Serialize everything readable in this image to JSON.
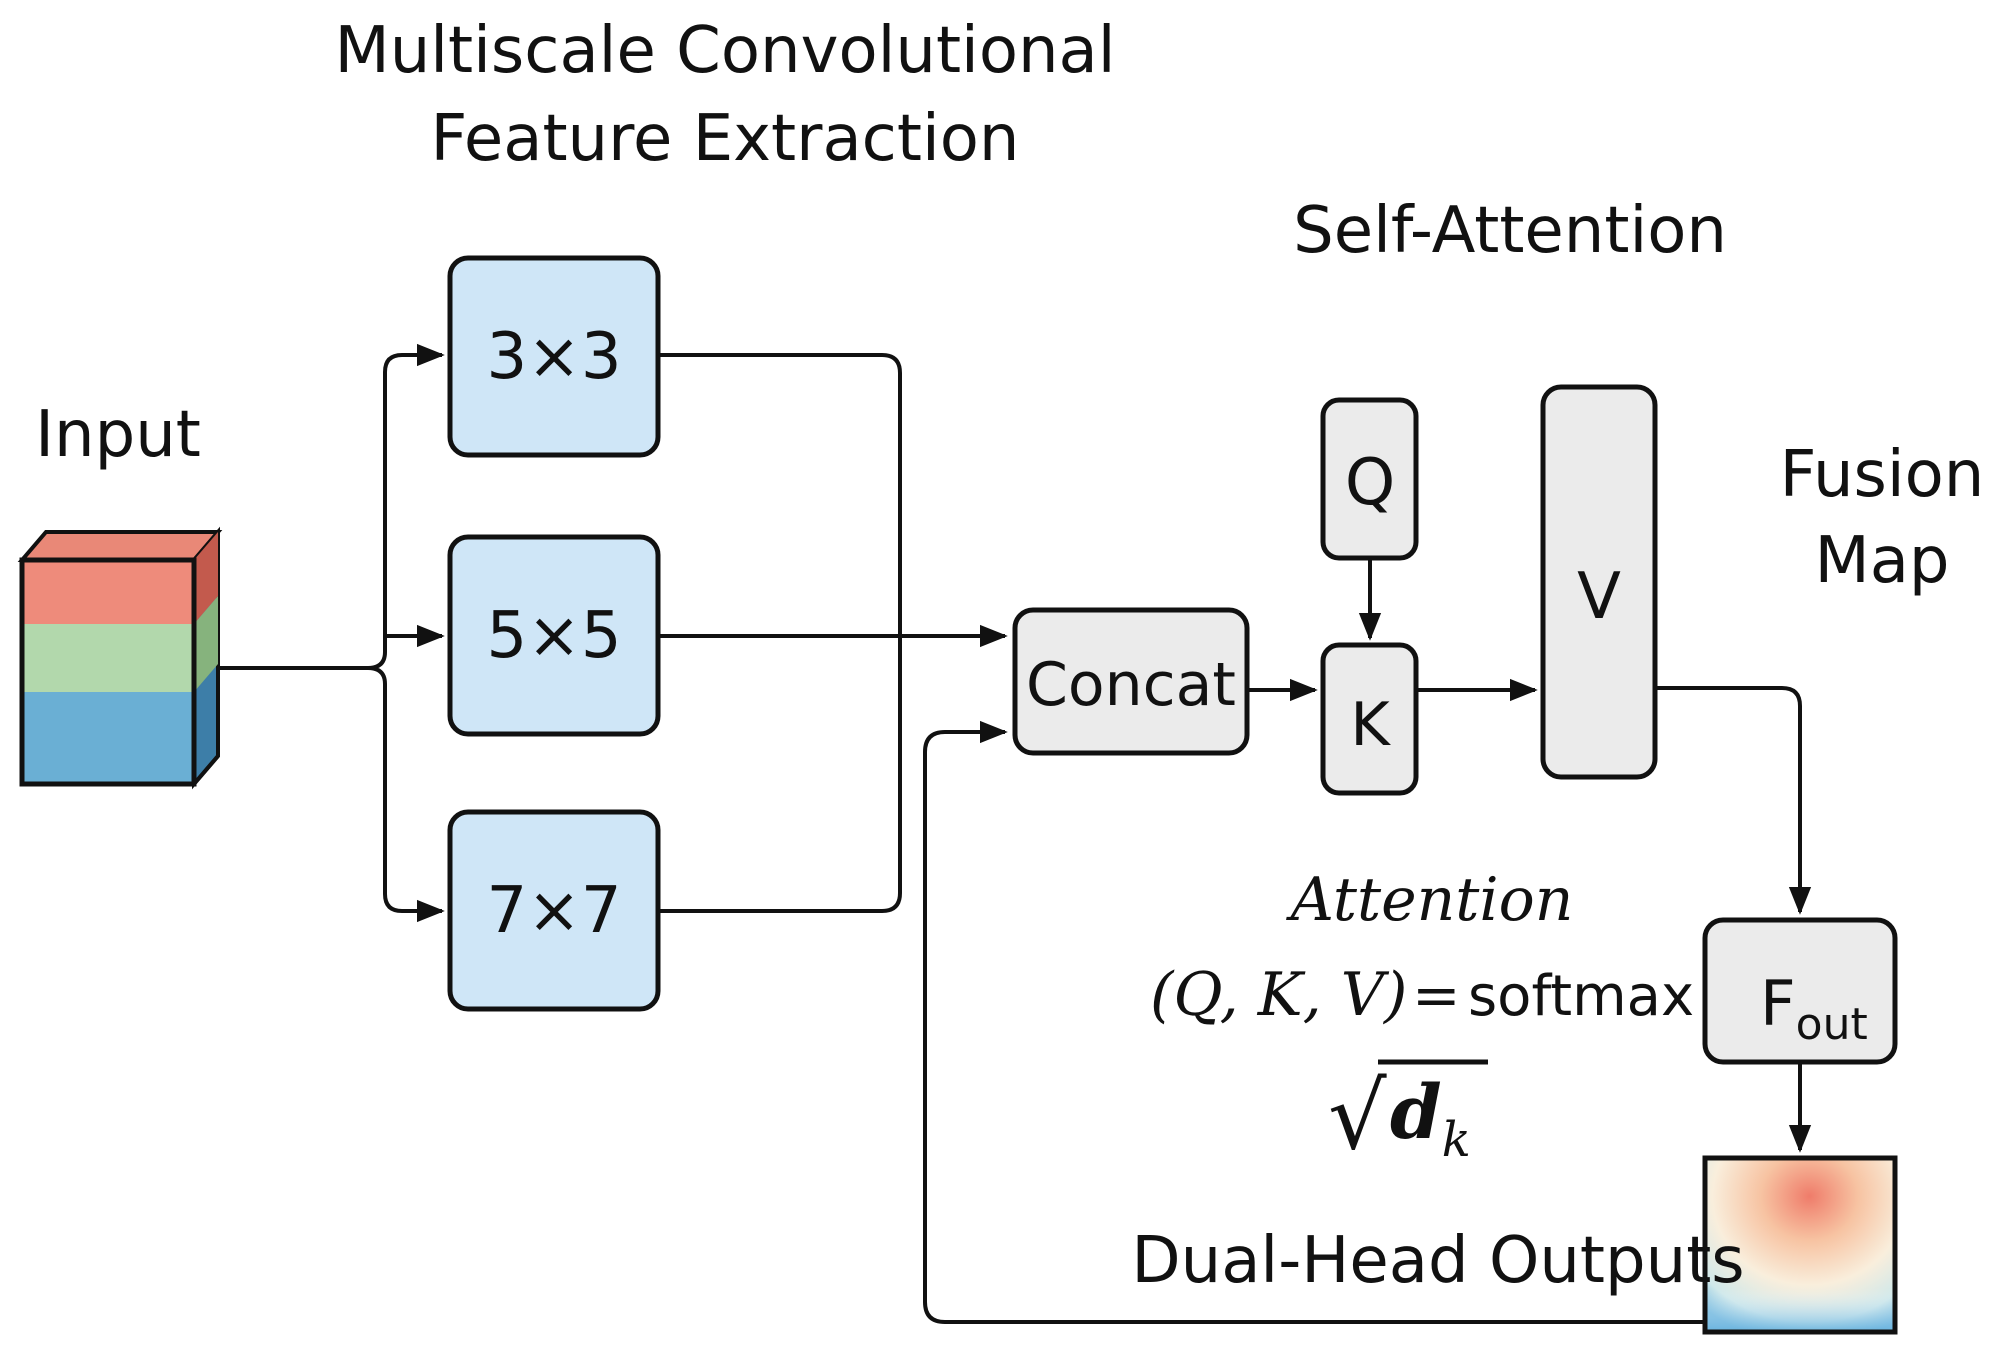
{
  "titles": {
    "multiscale_line1": "Multiscale Convolutional",
    "multiscale_line2": "Feature Extraction",
    "self_attention": "Self-Attention",
    "input": "Input",
    "fusion_line1": "Fusion",
    "fusion_line2": "Map",
    "dual_head": "Dual-Head Outputs"
  },
  "kernels": [
    "3×3",
    "5×5",
    "7×7"
  ],
  "blocks": {
    "concat": "Concat",
    "q": "Q",
    "k": "K",
    "v": "V",
    "fout_main": "F",
    "fout_sub": "out"
  },
  "formula": {
    "word": "Attention",
    "args": "(Q, K, V)",
    "equals": "=",
    "func": "softmax",
    "sqrt": "√",
    "d": "d",
    "k_sub": "k"
  },
  "colors": {
    "kernel_fill": "#cfe6f7",
    "block_fill": "#ebebeb",
    "input_top": "#ee8b7b",
    "input_mid": "#b2d8ac",
    "input_bottom": "#6aafd4",
    "stroke": "#111111"
  }
}
